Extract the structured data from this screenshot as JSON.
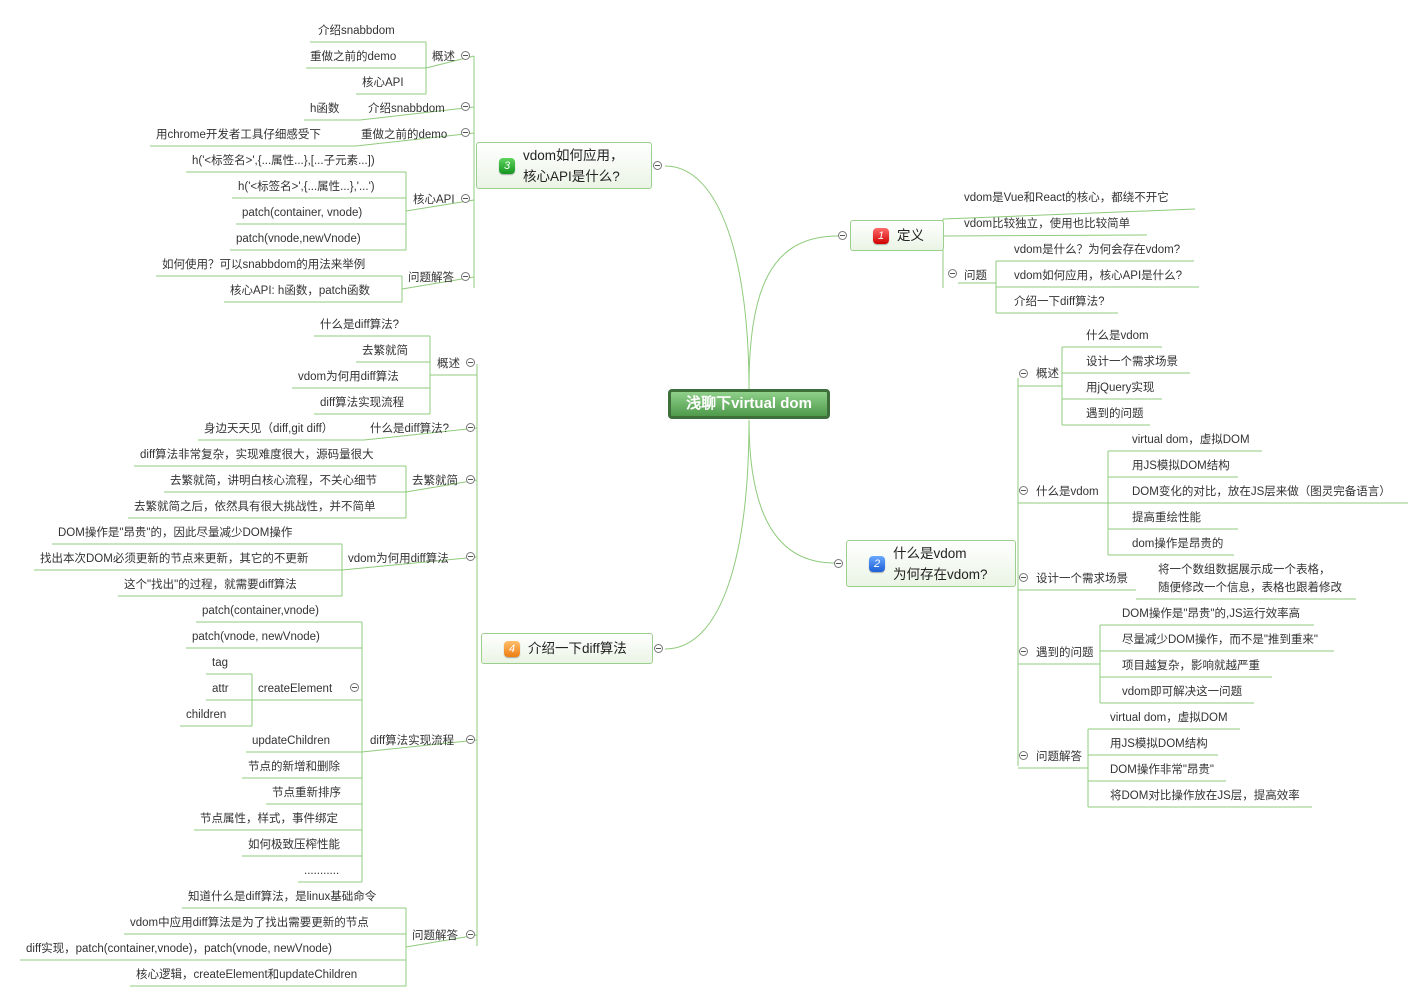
{
  "root": "浅聊下virtual dom",
  "badges": {
    "b1": "1",
    "b2": "2",
    "b3": "3",
    "b4": "4"
  },
  "b1": {
    "title": "定义",
    "items": [
      "vdom是Vue和React的核心，都绕不开它",
      "vdom比较独立，使用也比较简单"
    ],
    "problem": {
      "label": "问题",
      "items": [
        "vdom是什么？为何会存在vdom?",
        "vdom如何应用，核心API是什么?",
        "介绍一下diff算法?"
      ]
    }
  },
  "b2": {
    "title1": "什么是vdom",
    "title2": "为何存在vdom?",
    "overview": {
      "label": "概述",
      "items": [
        "什么是vdom",
        "设计一个需求场景",
        "用jQuery实现",
        "遇到的问题"
      ]
    },
    "what": {
      "label": "什么是vdom",
      "items": [
        "virtual dom，虚拟DOM",
        "用JS模拟DOM结构",
        "DOM变化的对比，放在JS层来做（图灵完备语言）",
        "提高重绘性能",
        "dom操作是昂贵的"
      ]
    },
    "design": {
      "label": "设计一个需求场景",
      "line1": "将一个数组数据展示成一个表格，",
      "line2": "随便修改一个信息，表格也跟着修改"
    },
    "issue": {
      "label": "遇到的问题",
      "items": [
        "DOM操作是\"昂贵\"的,JS运行效率高",
        "尽量减少DOM操作，而不是\"推到重来\"",
        "项目越复杂，影响就越严重",
        "vdom即可解决这一问题"
      ]
    },
    "qa": {
      "label": "问题解答",
      "items": [
        "virtual dom，虚拟DOM",
        "用JS模拟DOM结构",
        "DOM操作非常\"昂贵\"",
        "将DOM对比操作放在JS层，提高效率"
      ]
    }
  },
  "b3": {
    "title1": "vdom如何应用，",
    "title2": "核心API是什么?",
    "overview": {
      "label": "概述",
      "items": [
        "介绍snabbdom",
        "重做之前的demo",
        "核心API"
      ]
    },
    "intro": {
      "label": "介绍snabbdom",
      "child": "h函数"
    },
    "redo": {
      "label": "重做之前的demo",
      "child": "用chrome开发者工具仔细感受下"
    },
    "api": {
      "label": "核心API",
      "items": [
        "h('<标签名>',{...属性...},[...子元素...])",
        "h('<标签名>',{...属性...},'...')",
        "patch(container, vnode)",
        "patch(vnode,newVnode)"
      ]
    },
    "qa": {
      "label": "问题解答",
      "items": [
        "如何使用？可以snabbdom的用法来举例",
        "核心API: h函数，patch函数"
      ]
    }
  },
  "b4": {
    "title": "介绍一下diff算法",
    "overview": {
      "label": "概述",
      "items": [
        "什么是diff算法?",
        "去繁就简",
        "vdom为何用diff算法",
        "diff算法实现流程"
      ]
    },
    "what": {
      "label": "什么是diff算法?",
      "child": "身边天天见（diff,git diff）"
    },
    "simplify": {
      "label": "去繁就简",
      "items": [
        "diff算法非常复杂，实现难度很大，源码量很大",
        "去繁就简，讲明白核心流程，不关心细节",
        "去繁就简之后，依然具有很大挑战性，并不简单"
      ]
    },
    "why": {
      "label": "vdom为何用diff算法",
      "items": [
        "DOM操作是\"昂贵\"的，因此尽量减少DOM操作",
        "找出本次DOM必须更新的节点来更新，其它的不更新",
        "这个\"找出\"的过程，就需要diff算法"
      ]
    },
    "flow": {
      "label": "diff算法实现流程",
      "items": [
        "patch(container,vnode)",
        "patch(vnode, newVnode)"
      ],
      "create": {
        "label": "createElement",
        "items": [
          "tag",
          "attr",
          "children"
        ]
      },
      "rest": [
        "updateChildren",
        "节点的新增和删除",
        "节点重新排序",
        "节点属性，样式，事件绑定",
        "如何极致压榨性能",
        "..........."
      ]
    },
    "qa": {
      "label": "问题解答",
      "items": [
        "知道什么是diff算法，是linux基础命令",
        "vdom中应用diff算法是为了找出需要更新的节点",
        "diff实现，patch(container,vnode)，patch(vnode, newVnode)",
        "核心逻辑，createElement和updateChildren"
      ]
    }
  }
}
